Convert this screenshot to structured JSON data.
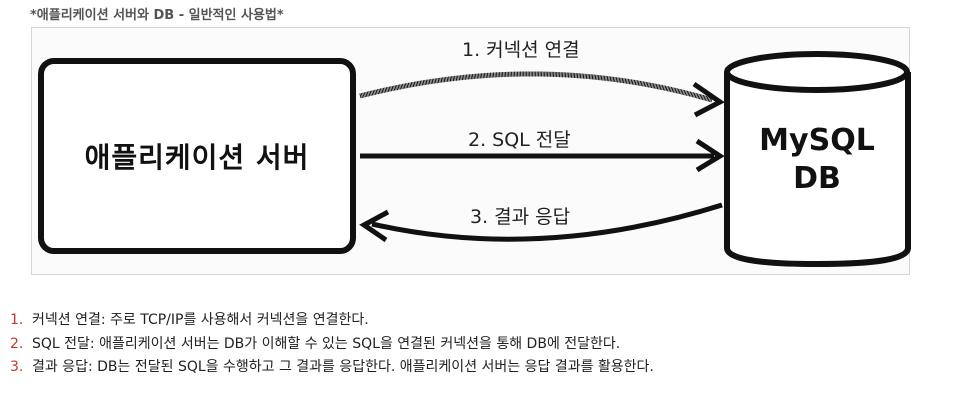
{
  "caption": "*애플리케이션 서버와 DB - 일반적인 사용법*",
  "diagram": {
    "server_label": "애플리케이션 서버",
    "db_label_line1": "MySQL",
    "db_label_line2": "DB",
    "arrows": [
      "1. 커넥션 연결",
      "2. SQL 전달",
      "3. 결과 응답"
    ]
  },
  "steps": [
    {
      "num": "1.",
      "text": "커넥션 연결: 주로 TCP/IP를 사용해서 커넥션을 연결한다."
    },
    {
      "num": "2.",
      "text": "SQL 전달: 애플리케이션 서버는 DB가 이해할 수 있는 SQL을 연결된 커넥션을 통해 DB에 전달한다."
    },
    {
      "num": "3.",
      "text": "결과 응답: DB는 전달된 SQL을 수행하고 그 결과를 응답한다. 애플리케이션 서버는 응답 결과를 활용한다."
    }
  ]
}
